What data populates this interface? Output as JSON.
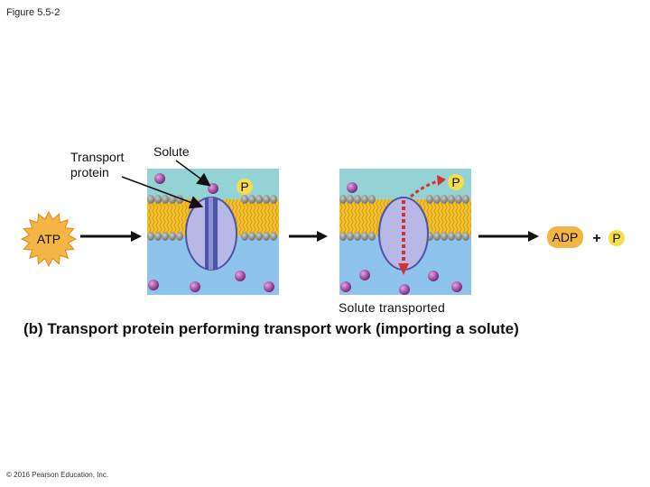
{
  "figure": {
    "label": "Figure 5.5-2"
  },
  "labels": {
    "transport_protein": "Transport protein",
    "solute": "Solute",
    "solute_transported": "Solute transported",
    "atp": "ATP",
    "adp": "ADP",
    "plus": "+",
    "phosphate": "P"
  },
  "caption": "(b) Transport protein performing transport work (importing a solute)",
  "copyright": "© 2016 Pearson Education, Inc.",
  "colors": {
    "outside": "#93d3d6",
    "inside": "#8ec4eb",
    "lipid_head": "#8c8f8d",
    "lipid_tail": "#f2c22e",
    "protein": "#b8b8e6",
    "protein_channel": "#4c54a8",
    "solute": "#9b3a9b",
    "phosphate": "#f6dd4a",
    "atp_star": "#f4b446",
    "arrow_red": "#d4322c"
  }
}
